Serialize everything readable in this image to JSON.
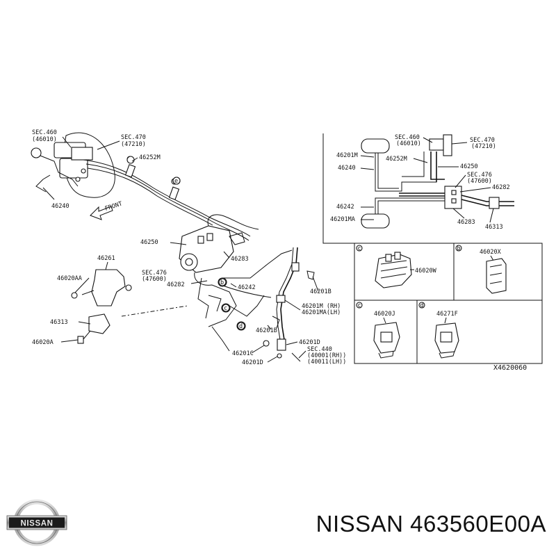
{
  "caption": "NISSAN 463560E00A",
  "logo_text": "NISSAN",
  "drawing_code": "X4620060",
  "labels": {
    "sec460": "SEC.460",
    "sec460_sub": "(46010)",
    "sec470": "SEC.470",
    "sec470_sub": "(47210)",
    "p46252M": "46252M",
    "p46240": "46240",
    "front": "FRONT",
    "p46250": "46250",
    "sec476": "SEC.476",
    "sec476_sub": "(47600)",
    "p46283": "46283",
    "p46282": "46282",
    "p46242": "46242",
    "p46261": "46261",
    "p46020AA": "46020AA",
    "p46313": "46313",
    "p46020A": "46020A",
    "p46201B_a": "46201B",
    "p46201M_rh": "46201M (RH)",
    "p46201MA_lh": "46201MA(LH)",
    "p46201B_b": "46201B",
    "p46201C": "46201C",
    "p46201D_a": "46201D",
    "p46201D_b": "46201D",
    "sec440": "SEC.440",
    "sec440_rh": "(40001(RH))",
    "sec440_lh": "(40011(LH))",
    "schem_sec460": "SEC.460",
    "schem_sec460_sub": "(46010)",
    "schem_sec470": "SEC.470",
    "schem_sec470_sub": "(47210)",
    "schem_46201M": "46201M",
    "schem_46240": "46240",
    "schem_46252M": "46252M",
    "schem_46250": "46250",
    "schem_sec476": "SEC.476",
    "schem_sec476_sub": "(47600)",
    "schem_46282": "46282",
    "schem_46242": "46242",
    "schem_46201MA": "46201MA",
    "schem_46283": "46283",
    "schem_46313": "46313",
    "box_c1": "c",
    "box_b1": "b",
    "box_46020W": "46020W",
    "box_46020X": "46020X",
    "box_c2": "c",
    "box_d": "d",
    "box_46020J": "46020J",
    "box_46271F": "46271F",
    "ref_e": "e",
    "ref_b": "b",
    "ref_c": "c",
    "ref_d": "d"
  }
}
